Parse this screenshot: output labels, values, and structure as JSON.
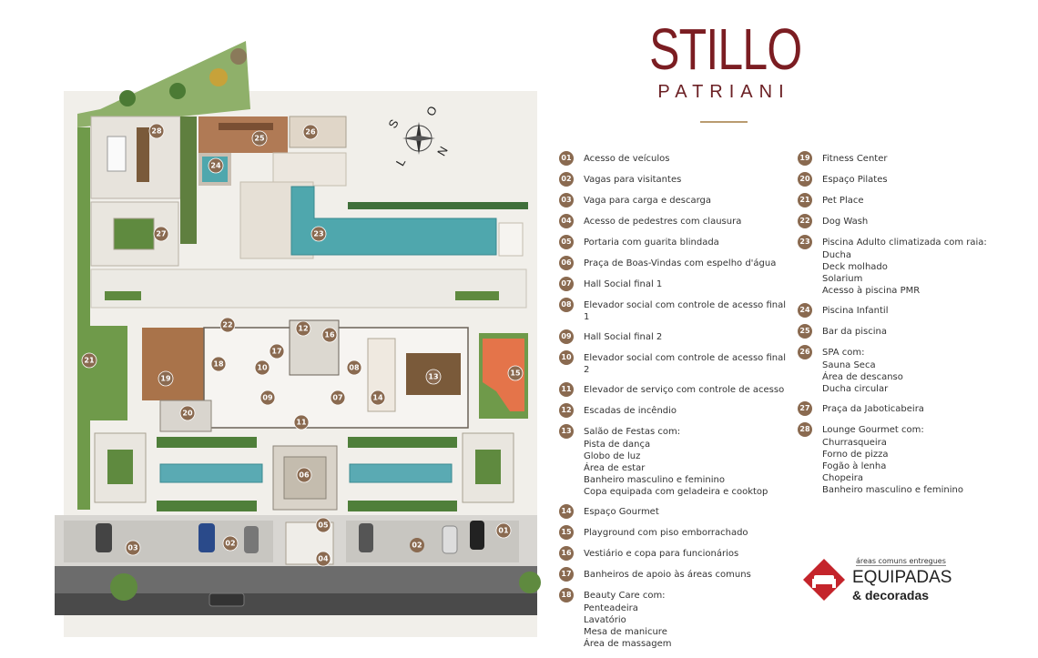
{
  "brand": {
    "name": "STILLO",
    "sub": "PATRIANI"
  },
  "compass": {
    "s": "S",
    "o": "O",
    "l": "L",
    "n": "N"
  },
  "legend_left": [
    {
      "num": "01",
      "label": "Acesso de veículos",
      "subs": []
    },
    {
      "num": "02",
      "label": "Vagas para visitantes",
      "subs": []
    },
    {
      "num": "03",
      "label": "Vaga para carga e descarga",
      "subs": []
    },
    {
      "num": "04",
      "label": "Acesso de pedestres com clausura",
      "subs": []
    },
    {
      "num": "05",
      "label": "Portaria com  guarita blindada",
      "subs": []
    },
    {
      "num": "06",
      "label": "Praça de Boas-Vindas com espelho d'água",
      "subs": []
    },
    {
      "num": "07",
      "label": "Hall Social final 1",
      "subs": []
    },
    {
      "num": "08",
      "label": "Elevador social com controle de acesso final 1",
      "subs": []
    },
    {
      "num": "09",
      "label": "Hall Social final 2",
      "subs": []
    },
    {
      "num": "10",
      "label": "Elevador social com controle de acesso final 2",
      "subs": []
    },
    {
      "num": "11",
      "label": "Elevador de serviço com controle de acesso",
      "subs": []
    },
    {
      "num": "12",
      "label": "Escadas de incêndio",
      "subs": []
    },
    {
      "num": "13",
      "label": "Salão de Festas com:",
      "subs": [
        "Pista de dança",
        "Globo de luz",
        "Área de estar",
        "Banheiro masculino e feminino",
        "Copa equipada com geladeira e cooktop"
      ]
    },
    {
      "num": "14",
      "label": "Espaço Gourmet",
      "subs": []
    },
    {
      "num": "15",
      "label": "Playground com piso emborrachado",
      "subs": []
    },
    {
      "num": "16",
      "label": "Vestiário e copa para funcionários",
      "subs": []
    },
    {
      "num": "17",
      "label": "Banheiros de apoio às áreas comuns",
      "subs": []
    },
    {
      "num": "18",
      "label": "Beauty Care com:",
      "subs": [
        "Penteadeira",
        "Lavatório",
        "Mesa de manicure",
        "Área de massagem"
      ]
    }
  ],
  "legend_right": [
    {
      "num": "19",
      "label": "Fitness Center",
      "subs": []
    },
    {
      "num": "20",
      "label": "Espaço Pilates",
      "subs": []
    },
    {
      "num": "21",
      "label": "Pet Place",
      "subs": []
    },
    {
      "num": "22",
      "label": "Dog Wash",
      "subs": []
    },
    {
      "num": "23",
      "label": "Piscina Adulto climatizada com raia:",
      "subs": [
        "Ducha",
        "Deck molhado",
        "Solarium",
        "Acesso à piscina PMR"
      ]
    },
    {
      "num": "24",
      "label": "Piscina Infantil",
      "subs": []
    },
    {
      "num": "25",
      "label": "Bar da piscina",
      "subs": []
    },
    {
      "num": "26",
      "label": "SPA com:",
      "subs": [
        "Sauna Seca",
        "Área de descanso",
        "Ducha circular"
      ]
    },
    {
      "num": "27",
      "label": "Praça da Jaboticabeira",
      "subs": []
    },
    {
      "num": "28",
      "label": "Lounge Gourmet com:",
      "subs": [
        "Churrasqueira",
        "Forno de pizza",
        "Fogão à lenha",
        "Chopeira",
        "Banheiro masculino e feminino"
      ]
    }
  ],
  "stamp": {
    "top": "áreas comuns entregues",
    "main": "EQUIPADAS",
    "sub": "& decoradas"
  },
  "colors": {
    "brand": "#7b1d22",
    "badge": "#8a6a50",
    "water": "#4fa7ad",
    "grass": "#6f9a4a",
    "paving": "#e9e6df"
  }
}
